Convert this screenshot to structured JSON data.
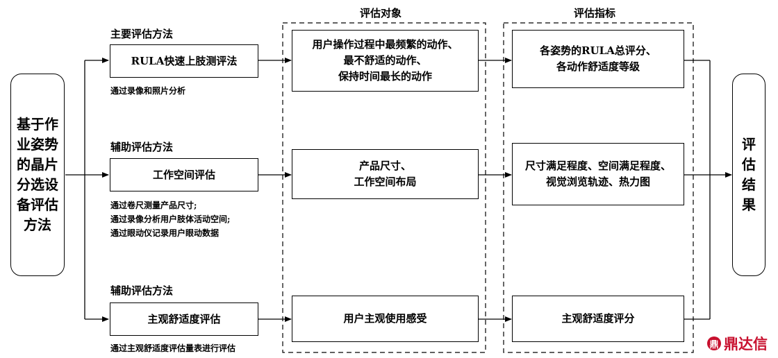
{
  "left_box": "基于作\n业姿势\n的晶片\n分选设\n备评估\n方法",
  "right_box": "评\n估\n结\n果",
  "column_headers": {
    "objects": "评估对象",
    "indicators": "评估指标"
  },
  "rows": [
    {
      "method_label": "主要评估方法",
      "method": "RULA快速上肢测评法",
      "note": "通过录像和照片分析",
      "object": "用户操作过程中最频繁的动作、\n最不舒适的动作、\n保持时间最长的动作",
      "indicator": "各姿势的RULA总评分、\n各动作舒适度等级"
    },
    {
      "method_label": "辅助评估方法",
      "method": "工作空间评估",
      "note": "通过卷尺测量产品尺寸;\n通过录像分析用户肢体活动空间;\n通过眼动仪记录用户眼动数据",
      "object": "产品尺寸、\n工作空间布局",
      "indicator": "尺寸满足程度、空间满足程度、\n视觉浏览轨迹、热力图"
    },
    {
      "method_label": "辅助评估方法",
      "method": "主观舒适度评估",
      "note": "通过主观舒适度评估量表进行评估",
      "object": "用户主观使用感受",
      "indicator": "主观舒适度评分"
    }
  ],
  "watermark": "鼎达信"
}
